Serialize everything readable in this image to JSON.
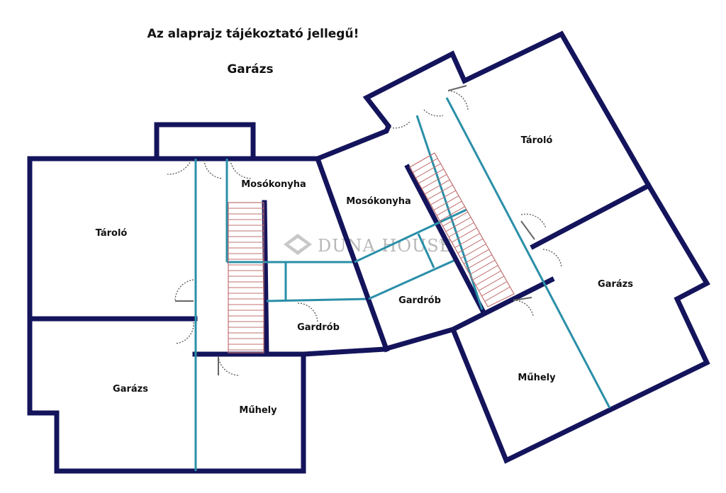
{
  "header": {
    "disclaimer": "Az alaprajz tájékoztató jellegű!",
    "title": "Garázs"
  },
  "watermark": {
    "text": "DUNA HOUSE",
    "registered": "®"
  },
  "left_unit": {
    "rooms": {
      "storage": "Tároló",
      "laundry": "Mosókonyha",
      "wardrobe": "Gardrób",
      "garage": "Garázs",
      "workshop": "Műhely"
    }
  },
  "right_unit": {
    "rooms": {
      "laundry": "Mosókonyha",
      "storage": "Tároló",
      "wardrobe": "Gardrób",
      "garage": "Garázs",
      "workshop": "Műhely"
    }
  },
  "colors": {
    "outer_wall": "#14145c",
    "inner_wall": "#2a8fa8",
    "stairs": "#c07070"
  }
}
